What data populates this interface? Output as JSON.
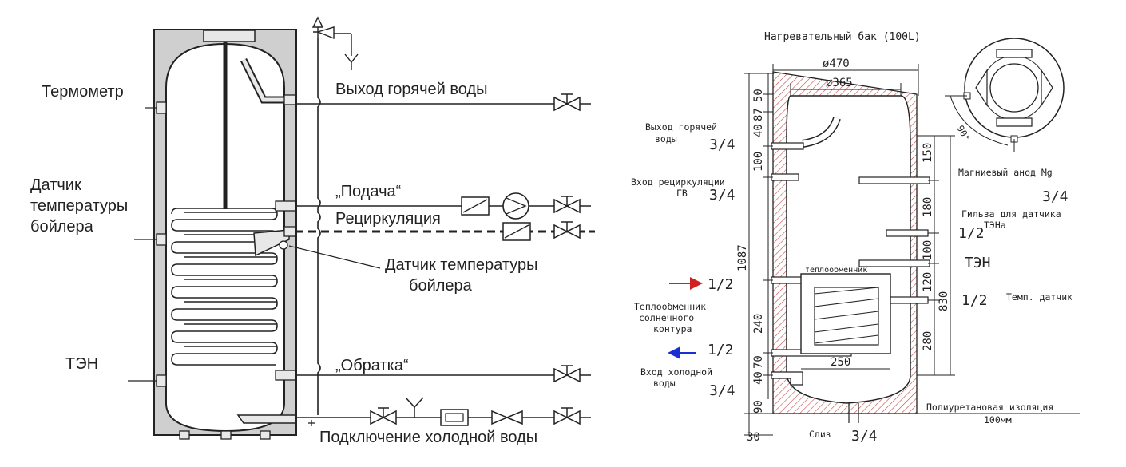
{
  "left": {
    "labels": {
      "thermometer": "Термометр",
      "boiler_sensor_line1": "Датчик",
      "boiler_sensor_line2": "температуры",
      "boiler_sensor_line3": "бойлера",
      "ten": "ТЭН",
      "hot_out": "Выход горячей воды",
      "supply": "„Подача“",
      "recirc": "Рециркуляция",
      "sensor_callout_line1": "Датчик температуры",
      "sensor_callout_line2": "бойлера",
      "return": "„Обратка“",
      "cold_in": "Подключение холодной воды"
    }
  },
  "right": {
    "title": "Нагревательный бак (100L)",
    "labels": {
      "hot_out_line1": "Выход горячей",
      "hot_out_line2": "воды",
      "hot_out_size": "3/4",
      "recirc_line1": "Вход рециркуляции",
      "recirc_line2": "ГВ",
      "recirc_size": "3/4",
      "solar_in_size": "1/2",
      "solar_line1": "Теплообменник",
      "solar_line2": "солнечного",
      "solar_line3": "контура",
      "solar_out_size": "1/2",
      "cold_line1": "Вход холодной",
      "cold_line2": "воды",
      "cold_size": "3/4",
      "anode": "Магниевый анод Mg",
      "anode_size": "3/4",
      "sensor_sleeve_line1": "Гильза для датчика",
      "sensor_sleeve_line2": "ТЭНа",
      "sleeve_size": "1/2",
      "ten": "ТЭН",
      "temp_sensor_size": "1/2",
      "temp_sensor": "Темп. датчик",
      "heat_exchanger": "теплообменник",
      "insulation_line1": "Полиуретановая изоляция",
      "insulation_line2": "100мм",
      "drain": "Слив",
      "drain_size": "3/4",
      "angle": "90°"
    },
    "dims": {
      "d470": "ø470",
      "d365": "ø365",
      "d250": "250",
      "v50": "50",
      "v87": "87",
      "v40": "40",
      "v100": "100",
      "v1087": "1087",
      "v240": "240",
      "v70": "70",
      "v40b": "40",
      "v90": "90",
      "v30": "30",
      "v150": "150",
      "v180": "180",
      "v100b": "100",
      "v120": "120",
      "v280": "280",
      "v830": "830"
    }
  },
  "colors": {
    "line": "#222222",
    "insulation_hatch": "#c24a4a",
    "arrow_in": "#d22020",
    "arrow_out": "#1a2fd0",
    "insulation_fill": "#cfcfcf"
  }
}
